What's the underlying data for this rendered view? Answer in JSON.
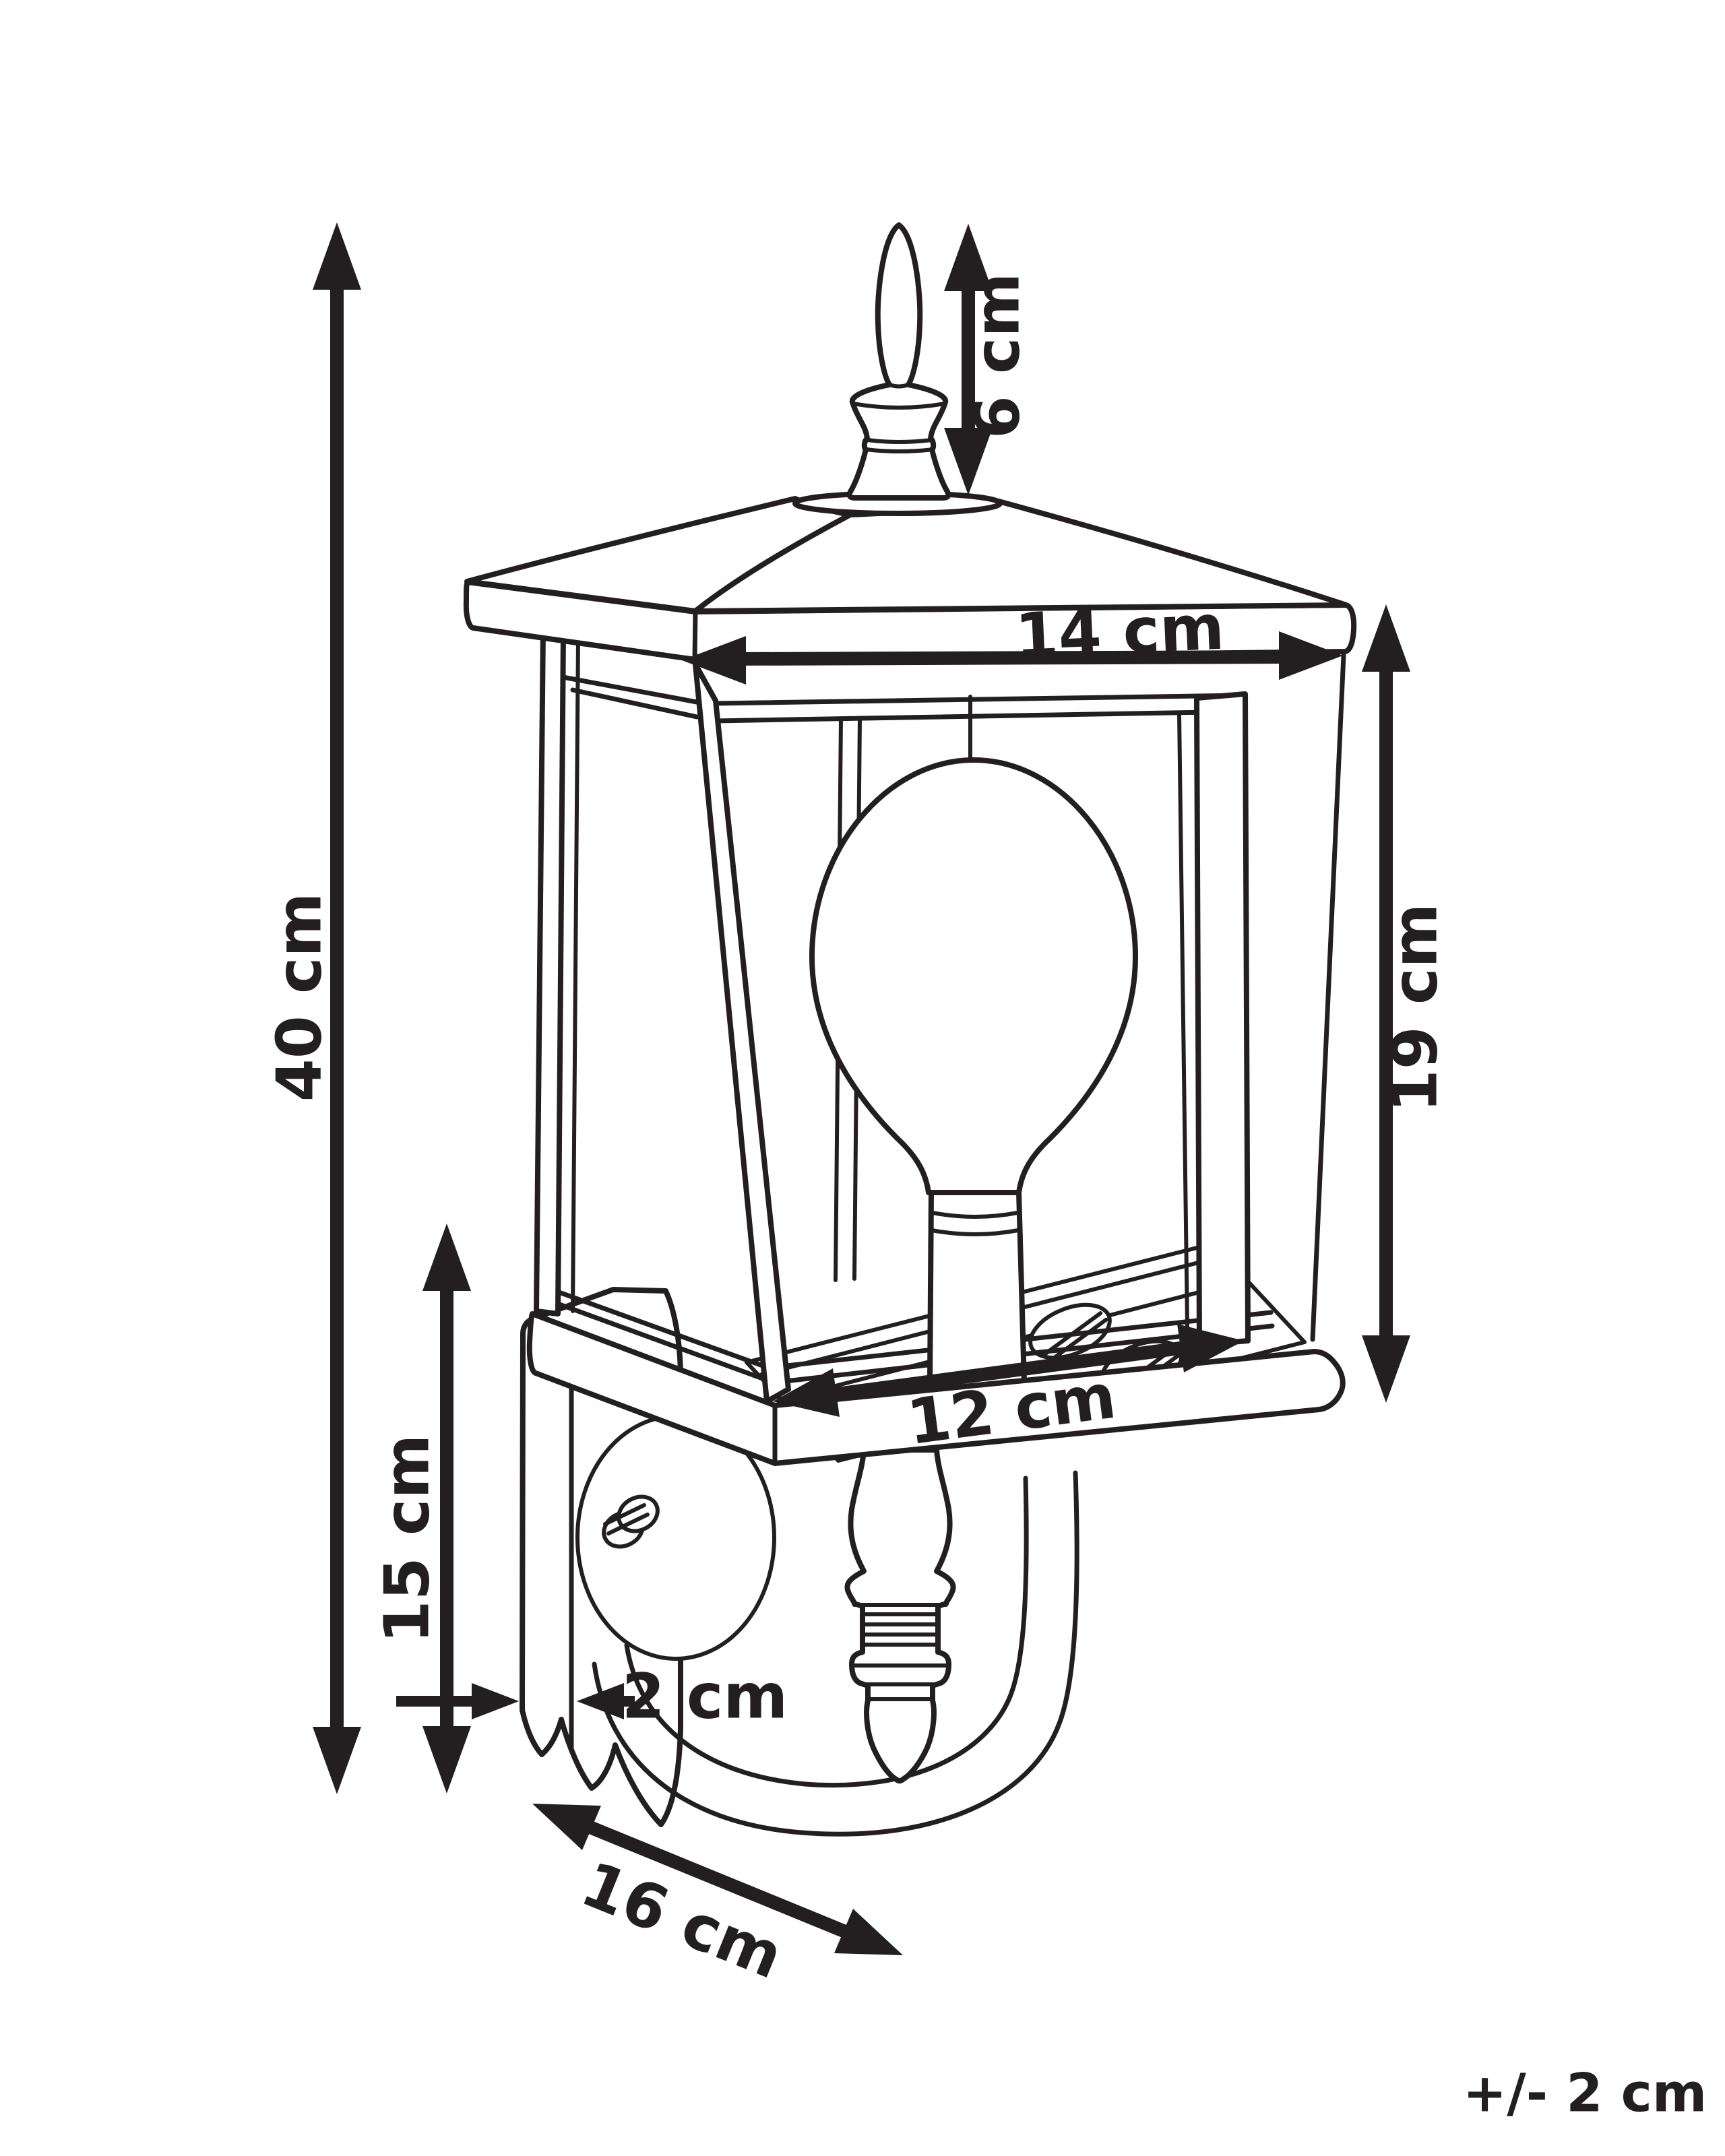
{
  "diagram": {
    "type": "product-dimension-line-drawing",
    "subject": "outdoor wall lantern with mounting bracket",
    "background_color": "#ffffff",
    "line_color": "#231f20"
  },
  "dimensions": {
    "overall_height": {
      "label": "40 cm",
      "value": 40,
      "unit": "cm",
      "orientation": "vertical",
      "measures": "total height of fixture"
    },
    "finial_height": {
      "label": "6 cm",
      "value": 6,
      "unit": "cm",
      "orientation": "vertical",
      "measures": "top finial height"
    },
    "top_width": {
      "label": "14 cm",
      "value": 14,
      "unit": "cm",
      "orientation": "horizontal",
      "measures": "roof / top width"
    },
    "body_height": {
      "label": "19 cm",
      "value": 19,
      "unit": "cm",
      "orientation": "vertical",
      "measures": "lantern body height"
    },
    "bottom_width": {
      "label": "12 cm",
      "value": 12,
      "unit": "cm",
      "orientation": "horizontal",
      "measures": "base board width"
    },
    "bracket_height": {
      "label": "15 cm",
      "value": 15,
      "unit": "cm",
      "orientation": "vertical",
      "measures": "wall bracket height"
    },
    "plate_depth": {
      "label": "2 cm",
      "value": 2,
      "unit": "cm",
      "orientation": "horizontal",
      "measures": "wall plate thickness"
    },
    "depth": {
      "label": "16 cm",
      "value": 16,
      "unit": "cm",
      "orientation": "diagonal",
      "measures": "projection depth"
    }
  },
  "tolerance": {
    "label": "+/- 2 cm",
    "value": 2,
    "unit": "cm"
  }
}
